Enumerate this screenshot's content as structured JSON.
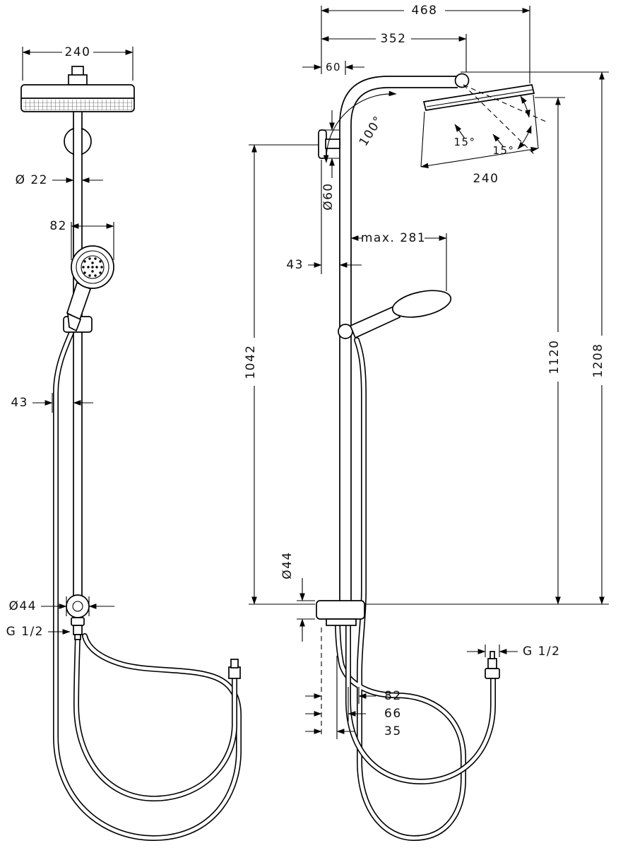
{
  "drawing": {
    "product_type": "shower-system-dimensional-drawing",
    "front": {
      "head_width": "240",
      "pipe_diameter": "Ø 22",
      "handshower_width": "82",
      "holder_offset": "43",
      "connector_diameter": "Ø44",
      "thread": "G 1/2"
    },
    "side": {
      "total_depth": "468",
      "arm_depth": "352",
      "pipe_offset": "60",
      "arm_angle": "100°",
      "tilt_left": "15°",
      "tilt_right": "15°",
      "head_width": "240",
      "flange_diameter": "Ø60",
      "max_reach": "max. 281",
      "wall_offset": "43",
      "pipe_height": "1042",
      "head_height": "1120",
      "total_height": "1208",
      "connector_diameter": "Ø44",
      "supply_thread": "G 1/2",
      "hose_offset_outer": "82",
      "hose_offset_mid": "66",
      "hose_offset_inner": "35"
    }
  }
}
